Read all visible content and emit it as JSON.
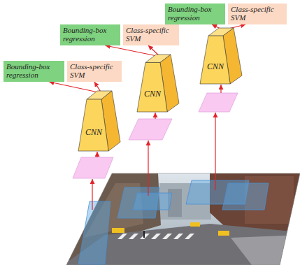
{
  "diagram": {
    "nodes": [
      {
        "text": [
          "Bounding-box regression"
        ]
      },
      {
        "text": [
          "Class-specific SVM"
        ]
      },
      {
        "text": [
          "CNN"
        ]
      },
      {
        "text": [
          "Bounding-box regression"
        ]
      },
      {
        "text": [
          "Class-specific SVM"
        ]
      },
      {
        "text": [
          "CNN"
        ]
      },
      {
        "text": [
          "Bounding-box regression"
        ]
      },
      {
        "text": [
          "Class-specific SVM"
        ]
      },
      {
        "text": [
          "CNN"
        ]
      }
    ],
    "edges": [
      {
        "from": 2,
        "to": 0,
        "arrow": "to"
      },
      {
        "from": 2,
        "to": 1,
        "arrow": "to"
      },
      {
        "from": 5,
        "to": 3,
        "arrow": "to"
      },
      {
        "from": 5,
        "to": 4,
        "arrow": "to"
      },
      {
        "from": 8,
        "to": 6,
        "arrow": "to"
      },
      {
        "from": 8,
        "to": 7,
        "arrow": "to"
      }
    ]
  }
}
